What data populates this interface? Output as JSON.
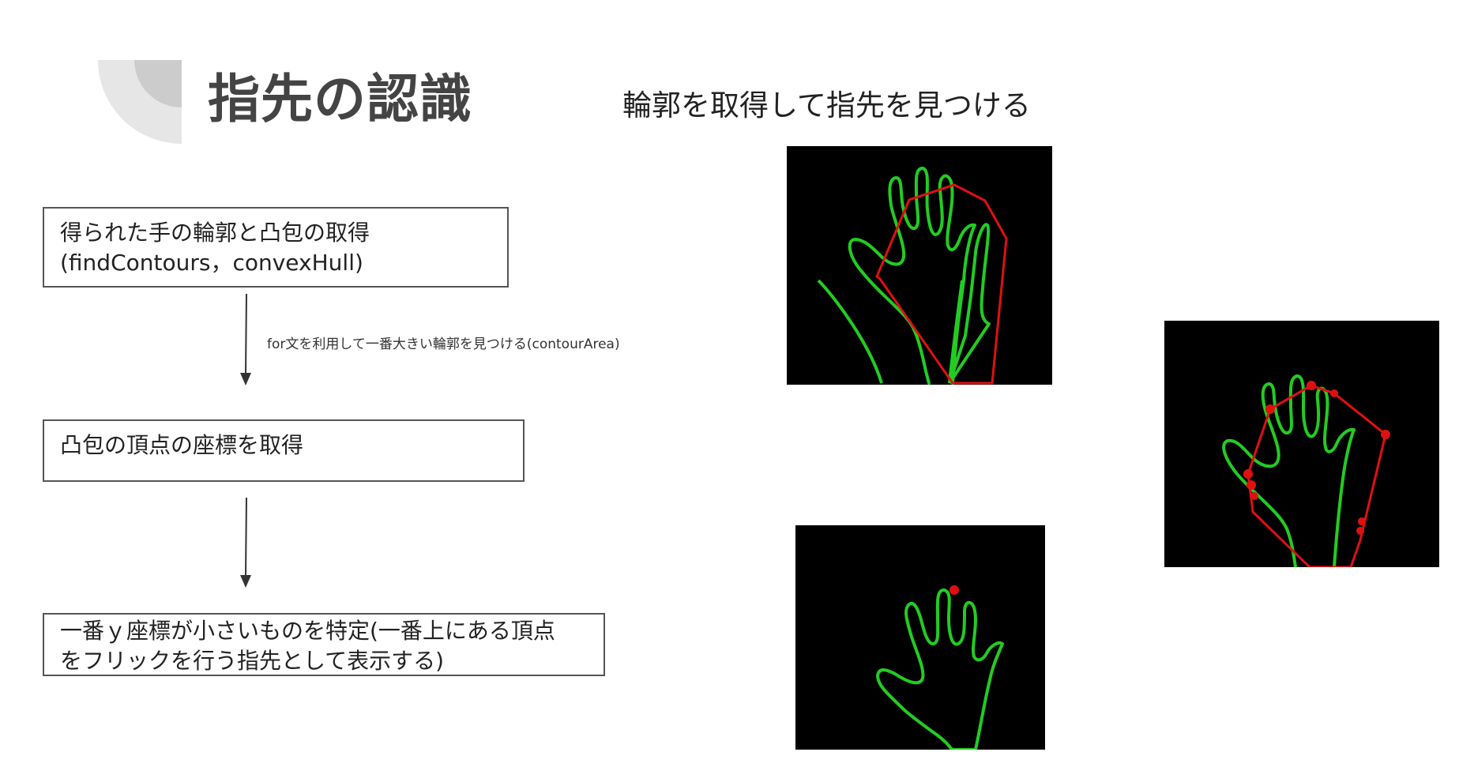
{
  "slide": {
    "title": "指先の認識",
    "subtitle": "輪郭を取得して指先を見つける"
  },
  "flow": {
    "steps": [
      {
        "lines": [
          "得られた手の輪郭と凸包の取得",
          "(findContours，convexHull)"
        ]
      },
      {
        "lines": [
          "凸包の頂点の座標を取得"
        ]
      },
      {
        "lines": [
          "一番ｙ座標が小さいものを特定(一番上にある頂点",
          "をフリックを行う指先として表示する)"
        ]
      }
    ],
    "arrow_label": "for文を利用して一番大きい輪郭を見つける(contourArea)"
  },
  "colors": {
    "contour": "#22cc22",
    "hull": "#e01010",
    "vertex": "#e01010",
    "panel_bg": "#000000",
    "title": "#444444",
    "decoration_outer": "#e6e6e6",
    "decoration_inner": "#cccccc"
  }
}
